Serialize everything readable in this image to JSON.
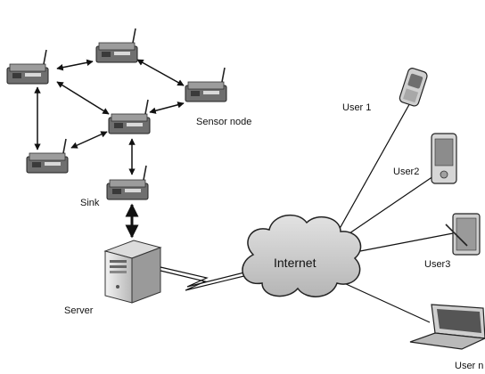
{
  "labels": {
    "sensor_node": "Sensor node",
    "sink": "Sink",
    "server": "Server",
    "internet": "Internet",
    "user1": "User 1",
    "user2": "User2",
    "user3": "User3",
    "usern": "User n"
  },
  "colors": {
    "background": "#ffffff",
    "line": "#111111",
    "cloud_fill": "#c9c9c9",
    "device_fill": "#8a8a8a"
  }
}
